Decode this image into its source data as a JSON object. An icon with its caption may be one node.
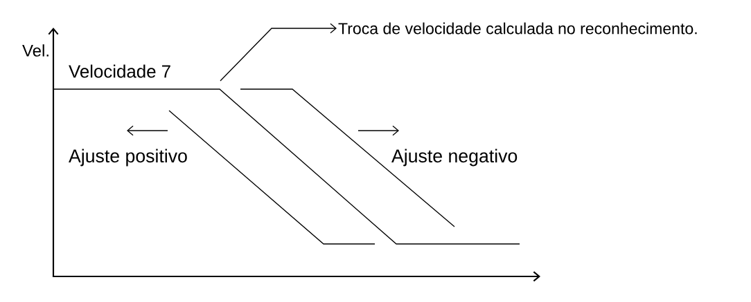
{
  "diagram": {
    "nodes": [
      {
        "text": [
          "Troca de velocidade calculada no reconhecimento."
        ]
      },
      {
        "text": [],
        "shape": "line"
      }
    ],
    "edges": [
      {
        "from": 1,
        "to": 0,
        "arrow": "to"
      }
    ],
    "labels": [
      "Vel.",
      "Velocidade 7",
      "Ajuste positivo",
      "Ajuste negativo"
    ]
  }
}
